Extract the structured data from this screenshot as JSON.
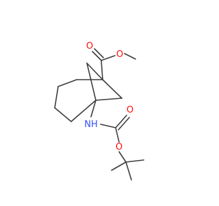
{
  "molecule": {
    "atom_labels": {
      "ester_carbonyl_oxygen": "O",
      "ester_ether_oxygen": "O",
      "carbamate_nh": "NH",
      "carbamate_carbonyl_oxygen": "O",
      "carbamate_ether_oxygen": "O"
    },
    "colors": {
      "bond": "#3c3c3c",
      "oxygen": "#ff0d0d",
      "nitrogen": "#3050f8"
    }
  }
}
